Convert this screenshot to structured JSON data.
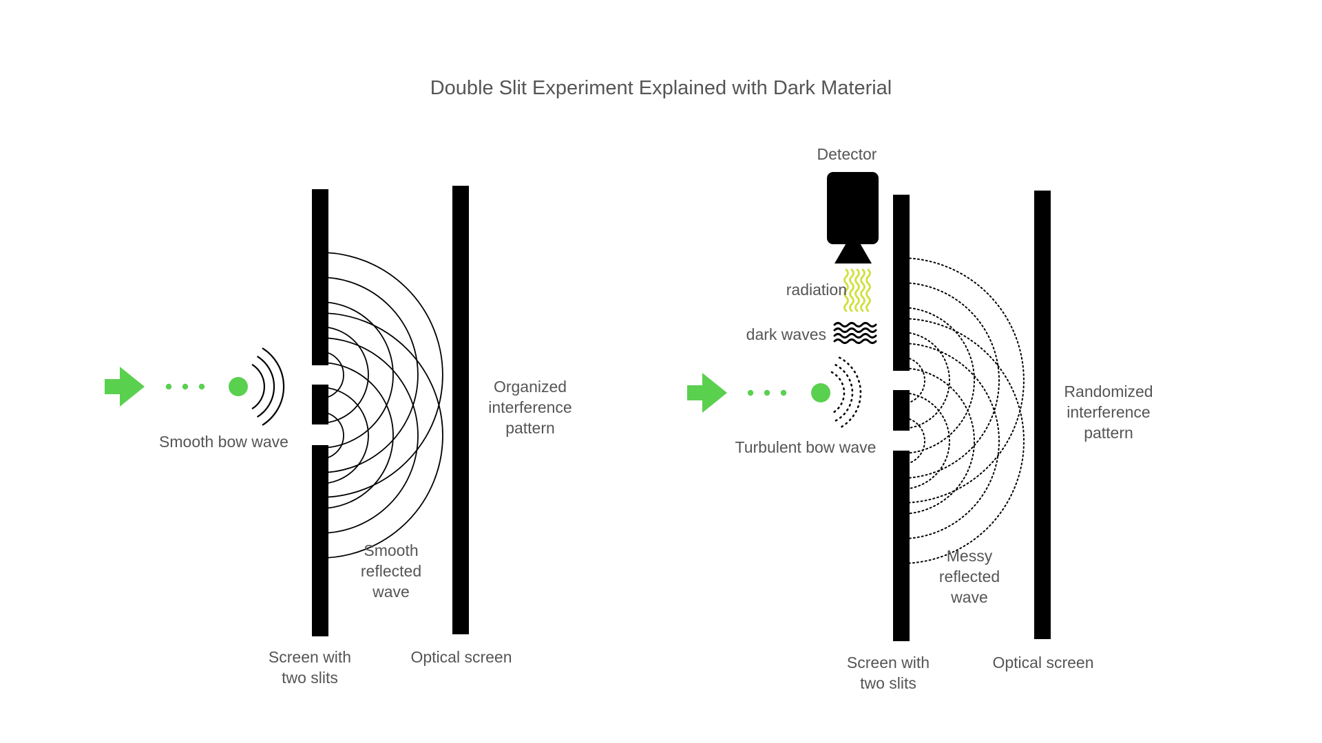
{
  "title": "Double Slit Experiment Explained with Dark Material",
  "colors": {
    "particle": "#5ad04f",
    "radiation": "#cfe03a",
    "ink": "#000000",
    "text": "#555555"
  },
  "left_panel": {
    "bow_wave_label": "Smooth bow wave",
    "interference_label": "Organized\ninterference\npattern",
    "reflected_label": "Smooth\nreflected\nwave",
    "slit_screen_label": "Screen with\ntwo slits",
    "optical_screen_label": "Optical screen"
  },
  "right_panel": {
    "detector_label": "Detector",
    "radiation_label": "radiation",
    "dark_waves_label": "dark waves",
    "bow_wave_label": "Turbulent bow wave",
    "interference_label": "Randomized\ninterference\npattern",
    "reflected_label": "Messy\nreflected\nwave",
    "slit_screen_label": "Screen with\ntwo slits",
    "optical_screen_label": "Optical screen"
  }
}
